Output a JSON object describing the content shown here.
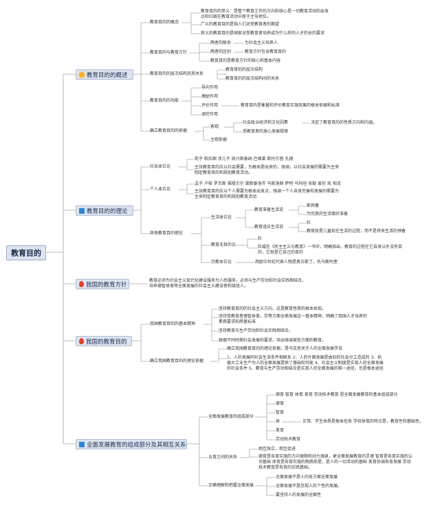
{
  "root": "教育目的",
  "colors": {
    "line": "#a9a9a9",
    "box": "#dce4ef",
    "sun": "#f2b134",
    "square": "#2f86d6",
    "fire": "#e0412b"
  },
  "b1": {
    "label": "教育目的的概述",
    "icon": "sun-icon",
    "concept": {
      "label": "教育目的的概念",
      "items": [
        "教育目的的意义：是整个教育工作的方向和核心是一切教育活动的出发点和归宿在教育活动中居于主导地位。",
        "广义的教育目的是指人们对受教育者的期望",
        "狭义的教育目的是国家对受教育者培养成为什么样的人才的总的要求"
      ]
    },
    "policy": {
      "label": "教育目的与教育方针",
      "rows": [
        {
          "k": "两者的联系",
          "v": "为社会主义培养人"
        },
        {
          "k": "两者的区别",
          "v": "教育方针包含教育目的"
        }
      ],
      "tail": "教育目的是教育方针的核心和基本内容"
    },
    "levels": {
      "label": "教育目的的层次结构及其关系",
      "items": [
        "教育目的的层次结构",
        "教育目的的层次结构间的关系"
      ]
    },
    "functions": {
      "label": "教育目的的功能",
      "items": [
        "导向作用",
        "激励作用",
        "评价作用",
        "调控作用"
      ],
      "note": "教育目的是衡量和评价教育实施效果的根本依据和标准"
    },
    "basis": {
      "label": "确立教育目的的依据",
      "items": [
        {
          "k": "客观",
          "subs": [
            "社会政治经济和文化因素",
            "受教育者的身心发展规律"
          ]
        },
        {
          "k": "主观依据",
          "subs": []
        }
      ],
      "note": "决定了教育目的的性质方向和内涵。"
    }
  },
  "b2": {
    "label": "教育目的的理论",
    "icon": "square-icon",
    "society": {
      "label": "社会本位论",
      "items": [
        "荀子 柏拉图 涂儿干 凯兴斯泰纳 巴格莱 斯托尔普 孔德",
        "主张教育目的应以社会需要，为根本提出来的，强调，以社会发展的需要为主来制定教育目的和规划教育活动。"
      ]
    },
    "individual": {
      "label": "个人本位论",
      "items": [
        "孟子 卢梭 罗杰斯 福禄贝尔 裴斯泰洛齐 马斯洛赫 萨特 马利坦 奈勒 爱伦 凯 帕克",
        "主张教育目的应以个人需要为根本出发点，强调一个人自身完善和发展的需要为主来制定教育目的和规划教育活动"
      ]
    },
    "other": {
      "label": "其他教育目的理论",
      "life": {
        "label": "生活本位论",
        "prepare": {
          "label": "教育准备生活说",
          "items": [
            "斯宾塞",
            "为完美的生活做好准备"
          ]
        },
        "adapt": {
          "label": "教育适应生活说",
          "items": [
            "杜",
            "教育就是儿童现在生活的过程，而不是将来生活的预备"
          ]
        }
      },
      "noaim": {
        "label": "教育无目的论",
        "items": [
          "杜",
          "杜威在《民主主义与教育》一书中，明确指出，教育的过程在它自身以外没有目的，它就是它自己的目的"
        ]
      },
      "religion": {
        "label": "宗教本位论",
        "note": "西欧中世纪代表人物是奥古斯丁，托马斯阿奎"
      }
    }
  },
  "b3": {
    "label": "我国的教育方针",
    "icon": "fire-icon",
    "note": "教育必须为社会主义现代化建设服务为人民服务，必须与生产劳动和社会实践相结合，培养德智体美等全面发展的社会主义建设者和接班人。"
  },
  "b4": {
    "label": "我国的教育目的",
    "icon": "fire-icon",
    "spirit": {
      "label": "我国教育目的的基本精神",
      "items": [
        "坚持教育目的的社会主义方向，这是教育性质的根本体现。",
        "坚持受教育者德智体美，劳等方面全面发展这一基本精神，明确了我国人才培养的素质要求和质量标准",
        "坚持教育与生产劳动和社会实践相结合。",
        "根据不同时期社会发展的要求，突出强调某些方面的教育。"
      ]
    },
    "theory": {
      "label": "确立我国教育目的的理论依据",
      "items": [
        "确立我国教育目的的理论依据，是马克思关于人的全面发展学说",
        "1、人的发展同社会生活条件相联系 2、人的片面发展是由旧的社会分工造成的 3、机器大工业生产为人的全面发展提供了基础和可能 4、社会主义制度是实现人的全面发展的社会条件 5、教育与生产劳动相结合是实现人的全面发展的唯一途径，也是根本途径"
      ]
    }
  },
  "b5": {
    "label": "全面发展教育的组成部分及其相互关系",
    "icon": "square-icon",
    "parts": {
      "label": "全面发展教育的组成部分",
      "items": [
        "德育 智育 体育 美育 劳动技术教育 是全面发展教育的基本组成部分",
        "德育",
        "智育",
        "体",
        "美育",
        "劳动技术教育"
      ],
      "tiNote": "正常、学生体质是根本任务 学校体育的特点是，教育性和基础性。"
    },
    "relation": {
      "label": "五育之间的关系",
      "items": [
        "相互独立，相互促进",
        "德育是各育实施的方向保障和动力源泉，更全面发展教育的灵魂 智育是各育实施的认识基础 体育是各育实施的物质前提，是人的一切活动的基础 美育协调各育发展 劳动技术教育是各育的实践基础。"
      ]
    },
    "correct": {
      "label": "正确理解和把握全面发展",
      "items": [
        "全面发展不是人的各方面全面发展",
        "全面发展不是忽视人的个性的发展。",
        "要坚持人的发展的全面性"
      ]
    }
  }
}
